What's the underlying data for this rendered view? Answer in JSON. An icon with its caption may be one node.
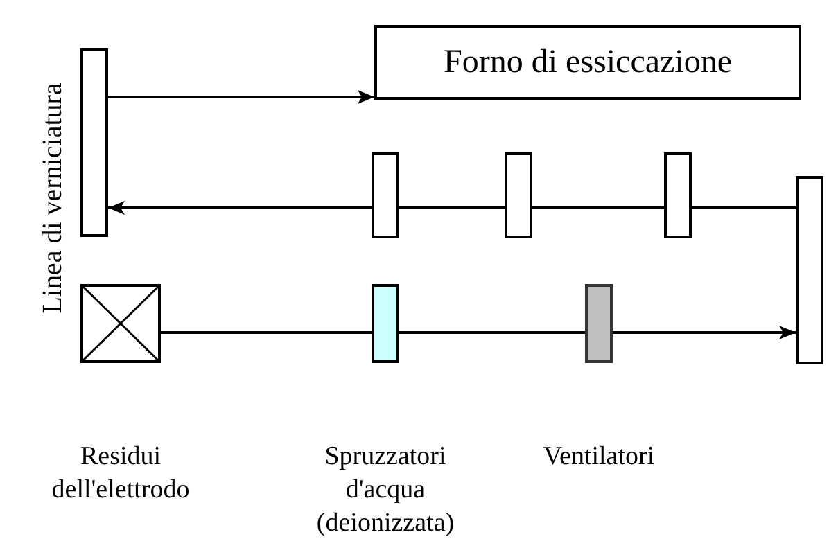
{
  "diagram": {
    "nodes": [
      {
        "text": [],
        "shape": "box"
      },
      {
        "text": [
          "Forno di essiccazione"
        ]
      },
      {
        "text": [],
        "shape": "box"
      },
      {
        "text": [],
        "shape": "box"
      },
      {
        "text": [],
        "shape": "box"
      },
      {
        "text": [],
        "shape": "box"
      },
      {
        "text": [],
        "shape": "box",
        "beside": [
          "Residui dell'elettrodo"
        ]
      },
      {
        "text": [],
        "shape": "box",
        "beside": [
          "Spruzzatori d'acqua (deionizzata)"
        ]
      },
      {
        "text": [],
        "shape": "box",
        "beside": [
          "Ventilatori"
        ]
      }
    ],
    "edges": [
      {
        "from": 0,
        "to": 1,
        "arrow": "to"
      },
      {
        "from": 5,
        "to": 4,
        "arrow": "none"
      },
      {
        "from": 4,
        "to": 3,
        "arrow": "none"
      },
      {
        "from": 3,
        "to": 2,
        "arrow": "none"
      },
      {
        "from": 2,
        "to": 0,
        "arrow": "to"
      },
      {
        "from": 6,
        "to": 7,
        "arrow": "none"
      },
      {
        "from": 7,
        "to": 8,
        "arrow": "none"
      },
      {
        "from": 8,
        "to": 5,
        "arrow": "to"
      }
    ],
    "labels": [
      "Linea di verniciatura"
    ]
  }
}
